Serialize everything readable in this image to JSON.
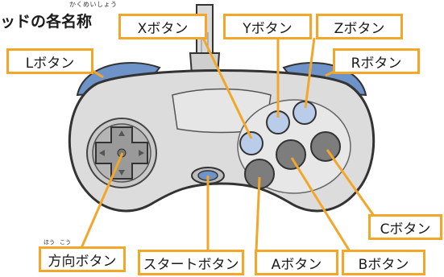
{
  "heading": "ッドの各名称",
  "heading_ruby": "かくめいしょう",
  "labels": {
    "x": "Xボタン",
    "y": "Yボタン",
    "z": "Zボタン",
    "l": "Lボタン",
    "r": "Rボタン",
    "c": "Cボタン",
    "dpad": "方向ボタン",
    "dpad_ruby_1": "ほう",
    "dpad_ruby_2": "こう",
    "start": "スタートボタン",
    "a": "Aボタン",
    "b": "Bボタン"
  },
  "colors": {
    "callout_border": "#f2a72b",
    "leader_line": "#f2a72b",
    "controller_body": "#dcdcdc",
    "shoulder_blue": "#6d93c8",
    "face_button_dark": "#7d7d7d",
    "face_button_light": "#b9ccea"
  }
}
